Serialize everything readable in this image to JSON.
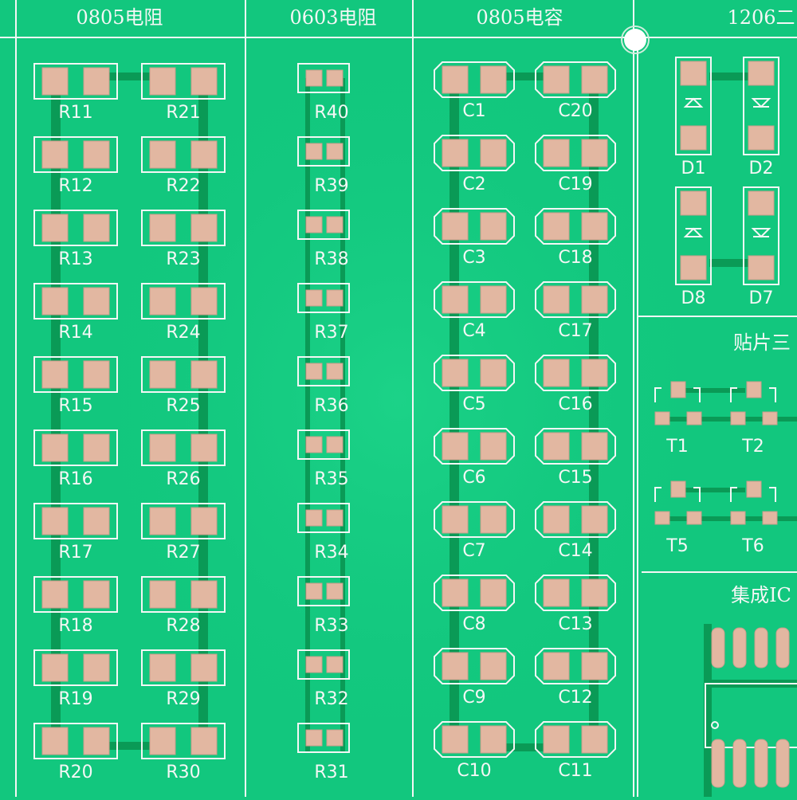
{
  "colors": {
    "board": "#12c77e",
    "board_highlight": "#1fd58a",
    "trace": "#0a9a56",
    "silk": "#f4f7f5",
    "pad": "#e2b7a1",
    "pad_dark": "#c99e8b",
    "hole": "#ffffff"
  },
  "sections": [
    {
      "title": "0805电阻",
      "bind": "0805-resistor"
    },
    {
      "title": "0603电阻",
      "bind": "0603-resistor"
    },
    {
      "title": "0805电容",
      "bind": "0805-capacitor"
    },
    {
      "title": "1206二",
      "bind": "1206-diode"
    },
    {
      "title": "贴片三",
      "bind": "smd-transistor"
    },
    {
      "title": "集成IC",
      "bind": "ic"
    }
  ],
  "resistors_0805_left": [
    "R11",
    "R12",
    "R13",
    "R14",
    "R15",
    "R16",
    "R17",
    "R18",
    "R19",
    "R20"
  ],
  "resistors_0805_right": [
    "R21",
    "R22",
    "R23",
    "R24",
    "R25",
    "R26",
    "R27",
    "R28",
    "R29",
    "R30"
  ],
  "resistors_0603": [
    "R40",
    "R39",
    "R38",
    "R37",
    "R36",
    "R35",
    "R34",
    "R33",
    "R32",
    "R31"
  ],
  "capacitors_left": [
    "C1",
    "C2",
    "C3",
    "C4",
    "C5",
    "C6",
    "C7",
    "C8",
    "C9",
    "C10"
  ],
  "capacitors_right": [
    "C20",
    "C19",
    "C18",
    "C17",
    "C16",
    "C15",
    "C14",
    "C13",
    "C12",
    "C11"
  ],
  "diodes_top": [
    "D1",
    "D2"
  ],
  "diodes_bottom": [
    "D8",
    "D7"
  ],
  "transistors_row1": [
    "T1",
    "T2"
  ],
  "transistors_row2": [
    "T5",
    "T6"
  ]
}
